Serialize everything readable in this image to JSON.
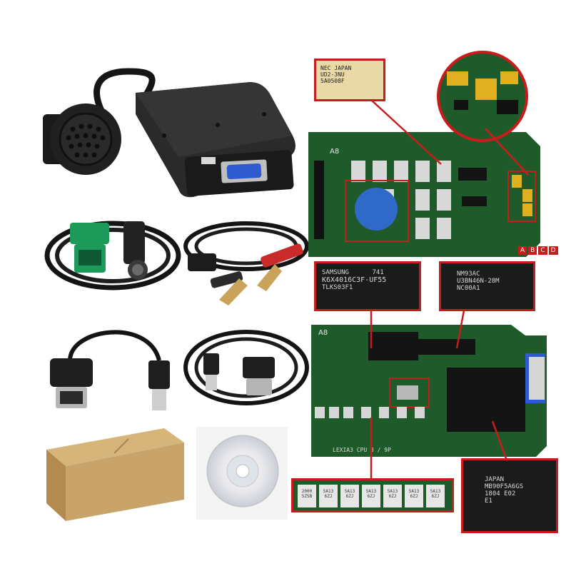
{
  "colors": {
    "pcb_green": "#1f5a2a",
    "callout_red": "#c81c1c",
    "cardboard": "#c9a46a",
    "device_black": "#1e1e1e",
    "connector_blue": "#2f5bd0",
    "obd_green": "#1d9a5a",
    "clip_red": "#c92a2a"
  },
  "callouts": {
    "nec_chip": {
      "line1": "NEC JAPAN",
      "line2": "UD2-3NU",
      "line3": "5A0508F"
    },
    "samsung_chip": {
      "line1": "SAMSUNG      741",
      "line2": "K6X4016C3F-UF55",
      "line3": "TLKS03F1"
    },
    "nm_chip": {
      "line1": "NM93AC",
      "line2": "U3BN46N-28M",
      "line3": "NC00A1"
    },
    "fujitsu_chip": {
      "line1": "JAPAN",
      "line2": "MB90F5A6GS",
      "line3": "1804 E02",
      "line4": "E1"
    },
    "relays": [
      {
        "line1": "2000",
        "line2": "5ZSB"
      },
      {
        "line1": "5A13",
        "line2": "6ZJ"
      },
      {
        "line1": "5A13",
        "line2": "6ZJ"
      },
      {
        "line1": "5A13",
        "line2": "6ZJ"
      },
      {
        "line1": "5A13",
        "line2": "6ZJ"
      },
      {
        "line1": "5A13",
        "line2": "6ZJ"
      },
      {
        "line1": "5A13",
        "line2": "6ZJ"
      }
    ]
  },
  "board_top": {
    "tag": "A8",
    "version_letters": [
      "A",
      "B",
      "C",
      "D"
    ]
  },
  "board_bottom": {
    "tag": "A8",
    "silkscreen": "LEXIA3 CPU 3 / 9P"
  },
  "icons": [
    "obd-device-icon",
    "cable-icon",
    "clip-icon",
    "usb-icon",
    "box-icon",
    "cd-icon"
  ]
}
